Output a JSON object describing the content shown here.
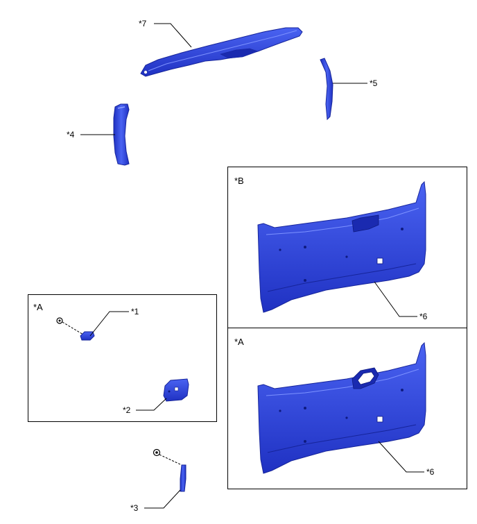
{
  "colors": {
    "part_fill": "#2a3fd6",
    "part_dark": "#16249a",
    "part_light": "#5c74ff",
    "line": "#000000"
  },
  "callouts": {
    "c7": "*7",
    "c5": "*5",
    "c4": "*4",
    "c1": "*1",
    "c2": "*2",
    "c3": "*3",
    "c6_top": "*6",
    "c6_bottom": "*6"
  },
  "boxes": {
    "box_a_left": "*A",
    "box_b": "*B",
    "box_a_right": "*A"
  }
}
